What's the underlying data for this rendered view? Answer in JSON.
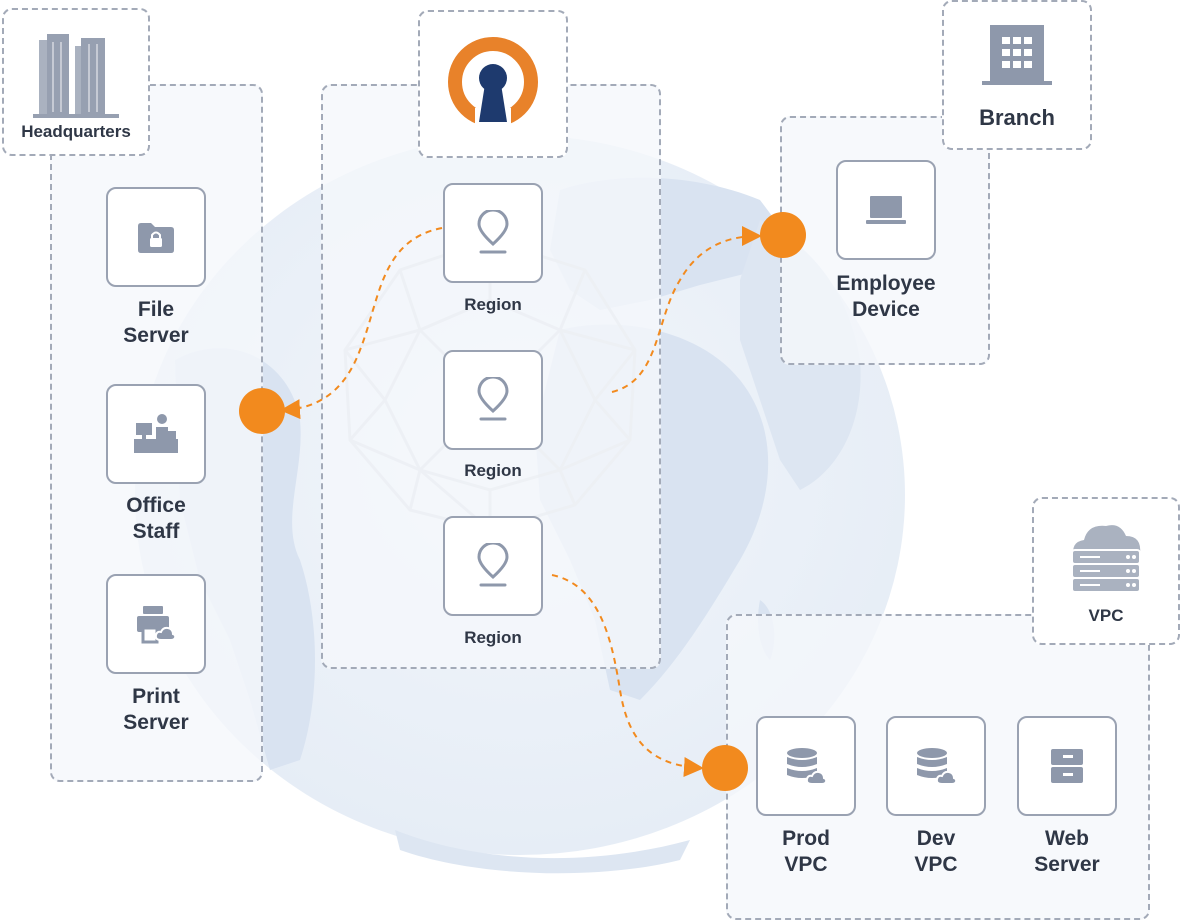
{
  "colors": {
    "accent": "#f28a1e",
    "ink": "#2f3746",
    "icon": "#8e98ab",
    "border": "#9aa2b2",
    "dashed": "#a3aab8",
    "globe": "#dbe4f2",
    "logo_orange": "#e8822a",
    "logo_navy": "#1e3a6e"
  },
  "headquarters": {
    "label": "Headquarters",
    "icon": "skyscraper-icon",
    "items": [
      {
        "label_lines": [
          "File",
          "Server"
        ],
        "icon": "folder-lock-icon"
      },
      {
        "label_lines": [
          "Office",
          "Staff"
        ],
        "icon": "office-desk-icon"
      },
      {
        "label_lines": [
          "Print",
          "Server"
        ],
        "icon": "printer-cloud-icon"
      }
    ]
  },
  "cloud": {
    "logo": "openvpn-keyhole-logo",
    "regions": [
      {
        "label": "Region",
        "icon": "location-pin-icon"
      },
      {
        "label": "Region",
        "icon": "location-pin-icon"
      },
      {
        "label": "Region",
        "icon": "location-pin-icon"
      }
    ]
  },
  "branch": {
    "label": "Branch",
    "icon": "office-building-icon",
    "items": [
      {
        "label_lines": [
          "Employee",
          "Device"
        ],
        "icon": "laptop-icon"
      }
    ]
  },
  "vpc": {
    "label": "VPC",
    "icon": "cloud-server-icon",
    "items": [
      {
        "label_lines": [
          "Prod",
          "VPC"
        ],
        "icon": "database-cloud-icon"
      },
      {
        "label_lines": [
          "Dev",
          "VPC"
        ],
        "icon": "database-cloud-icon"
      },
      {
        "label_lines": [
          "Web",
          "Server"
        ],
        "icon": "server-rack-icon"
      }
    ]
  }
}
